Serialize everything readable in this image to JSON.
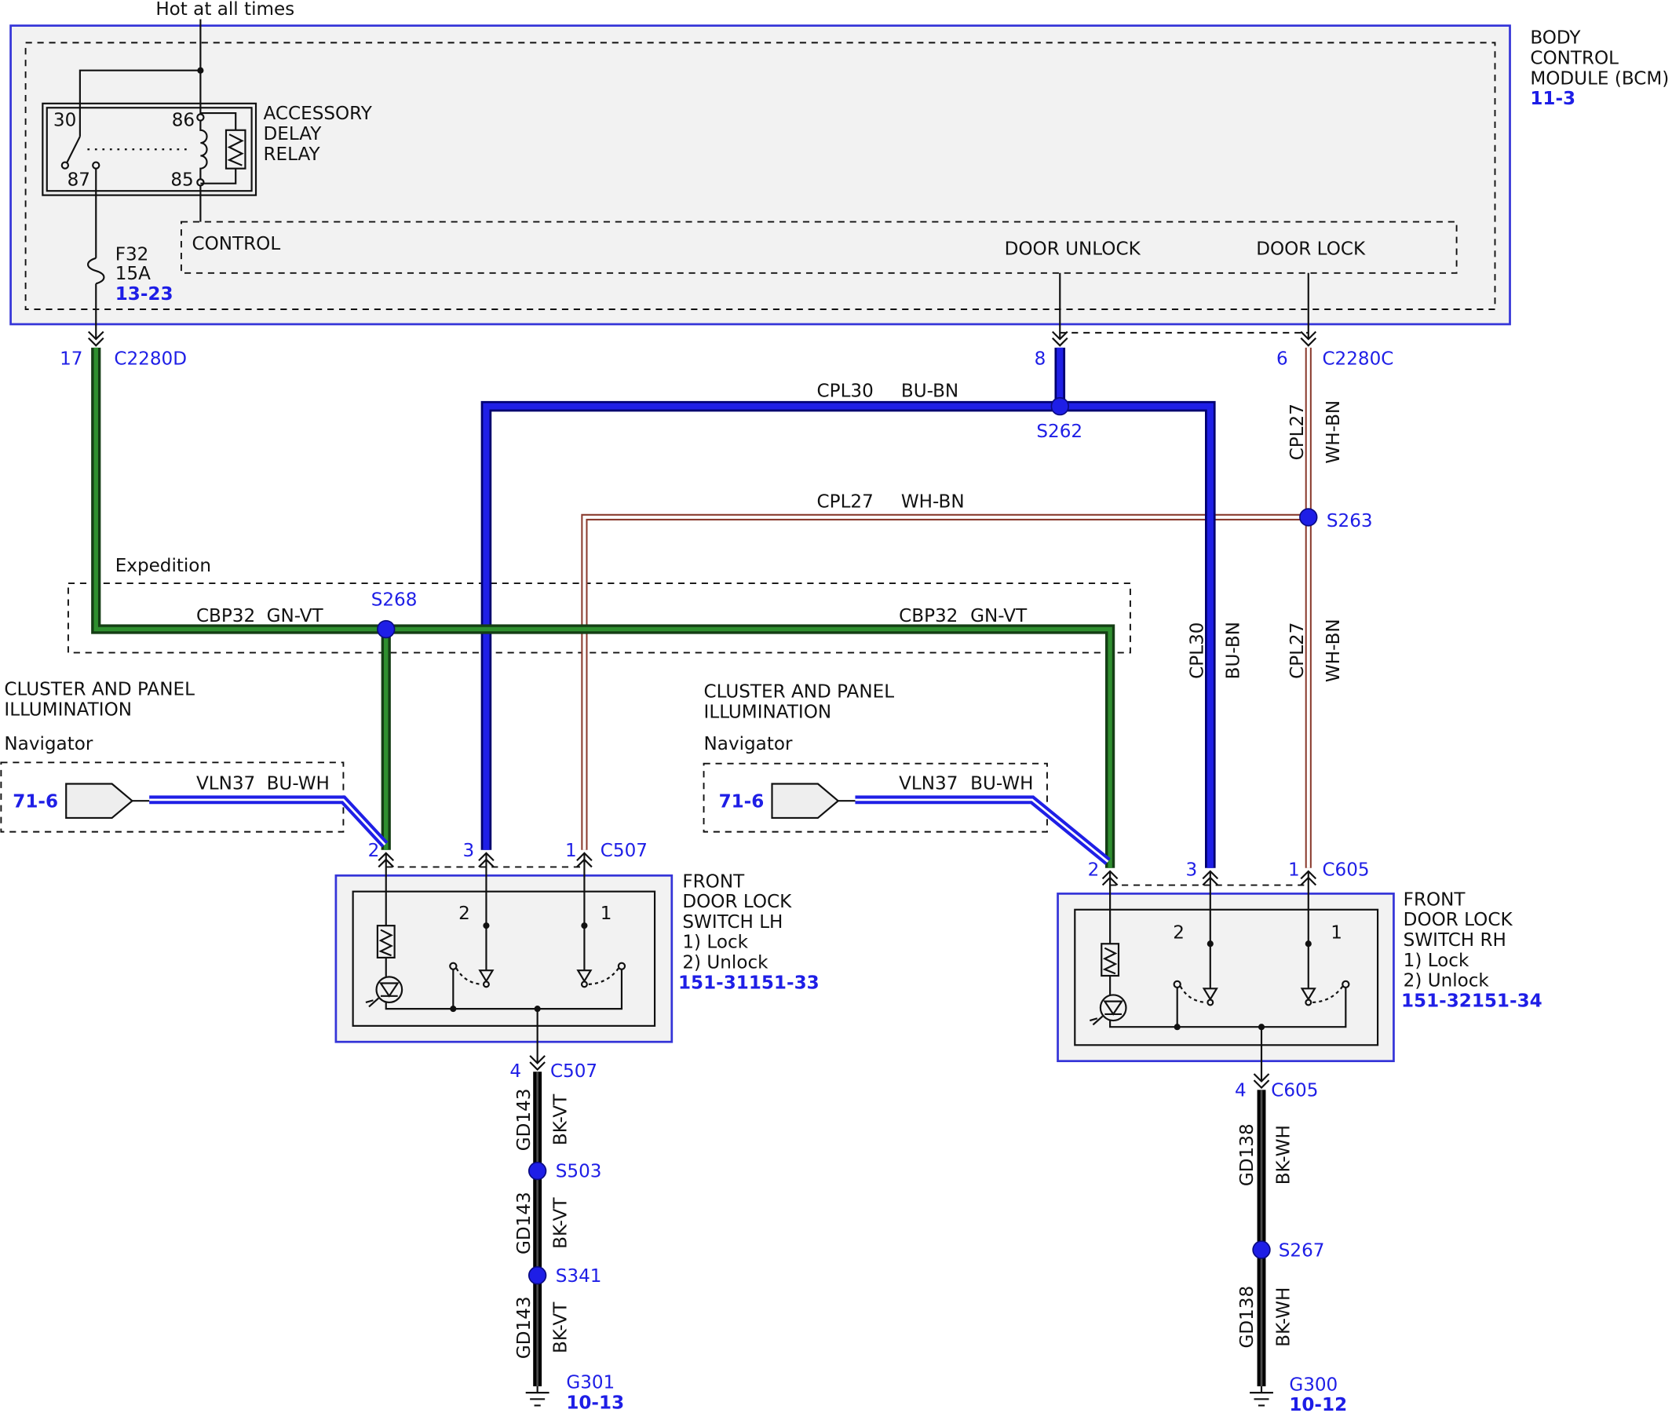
{
  "power": {
    "hot_label": "Hot at all times"
  },
  "bcm": {
    "name_line1": "BODY",
    "name_line2": "CONTROL",
    "name_line3": "MODULE (BCM)",
    "ref": "11-3",
    "control_label": "CONTROL",
    "door_unlock_label": "DOOR UNLOCK",
    "door_lock_label": "DOOR LOCK"
  },
  "relay": {
    "name_line1": "ACCESSORY",
    "name_line2": "DELAY",
    "name_line3": "RELAY",
    "pin_30": "30",
    "pin_86": "86",
    "pin_87": "87",
    "pin_85": "85"
  },
  "fuse": {
    "name": "F32",
    "rating": "15A",
    "ref": "13-23"
  },
  "connectors": {
    "c2280d": {
      "name": "C2280D",
      "pin": "17"
    },
    "c2280c": {
      "name": "C2280C",
      "pin_unlock": "8",
      "pin_lock": "6"
    },
    "c507": {
      "name": "C507",
      "pin_a": "2",
      "pin_b": "3",
      "pin_c": "1",
      "ground_pin": "4"
    },
    "c605": {
      "name": "C605",
      "pin_a": "2",
      "pin_b": "3",
      "pin_c": "1",
      "ground_pin": "4"
    }
  },
  "circuits": {
    "cpl30": {
      "id": "CPL30",
      "color_code": "BU-BN"
    },
    "cpl27": {
      "id": "CPL27",
      "color_code": "WH-BN"
    },
    "cbp32": {
      "id": "CBP32",
      "color_code": "GN-VT"
    },
    "vln37": {
      "id": "VLN37",
      "color_code": "BU-WH"
    },
    "gd143": {
      "id": "GD143",
      "color_code": "BK-VT"
    },
    "gd138": {
      "id": "GD138",
      "color_code": "BK-WH"
    }
  },
  "splices": {
    "s262": "S262",
    "s263": "S263",
    "s268": "S268",
    "s503": "S503",
    "s341": "S341",
    "s267": "S267"
  },
  "options": {
    "expedition": "Expedition",
    "navigator": "Navigator"
  },
  "cluster_illumination": {
    "line1": "CLUSTER AND PANEL",
    "line2": "ILLUMINATION",
    "ref": "71-6"
  },
  "switch_lh": {
    "line1": "FRONT",
    "line2": "DOOR LOCK",
    "line3": "SWITCH LH",
    "line4": "1) Lock",
    "line5": "2) Unlock",
    "ref": "151-31151-33",
    "contact_a": "2",
    "contact_b": "1"
  },
  "switch_rh": {
    "line1": "FRONT",
    "line2": "DOOR LOCK",
    "line3": "SWITCH RH",
    "line4": "1) Lock",
    "line5": "2) Unlock",
    "ref": "151-32151-34",
    "contact_a": "2",
    "contact_b": "1"
  },
  "grounds": {
    "g301": {
      "name": "G301",
      "ref": "10-13"
    },
    "g300": {
      "name": "G300",
      "ref": "10-12"
    }
  },
  "colors": {
    "reference_blue": "#1e1ee6",
    "wire_blue": "#1f1fe6",
    "wire_green": "#2f8f2f",
    "wire_brown": "#8a3b2e",
    "panel_fill": "#f2f2f2"
  }
}
